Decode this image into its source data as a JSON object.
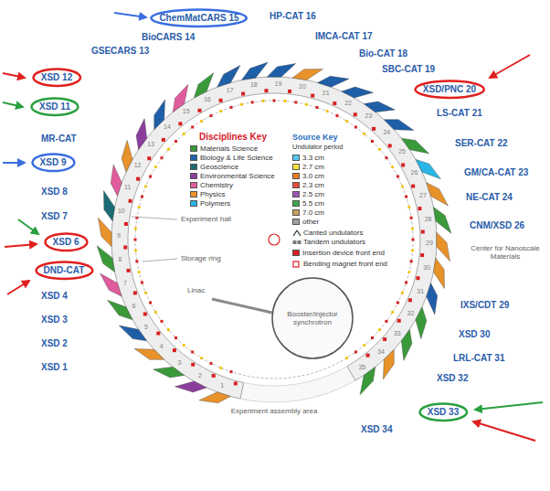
{
  "diagram": {
    "nodes": [
      {
        "text": [
          "ChemMatCARS 15"
        ]
      },
      {
        "text": [
          "XSD 12"
        ]
      },
      {
        "text": [
          "XSD/PNC 20"
        ]
      },
      {
        "text": [
          "XSD 11"
        ]
      },
      {
        "text": [
          "XSD 9"
        ]
      },
      {
        "text": [
          "XSD 6"
        ]
      },
      {
        "text": [
          "DND-CAT"
        ]
      },
      {
        "text": [
          "XSD 33"
        ]
      }
    ],
    "labels": [
      "GSECARS 13",
      "BioCARS 14",
      "HP-CAT 16",
      "IMCA-CAT 17",
      "Bio-CAT 18",
      "SBC-CAT 19",
      "LS-CAT 21",
      "SER-CAT 22",
      "GM/CA-CAT 23",
      "NE-CAT 24",
      "CNM/XSD 26",
      "Center for Nanoscale Materials",
      "IXS/CDT 29",
      "XSD 30",
      "LRL-CAT 31",
      "XSD 32",
      "XSD 34",
      "MR-CAT",
      "XSD 8",
      "XSD 7",
      "XSD 4",
      "XSD 3",
      "XSD 2",
      "XSD 1",
      "Disciplines Key",
      "Source Key",
      "Undulator period",
      "Experiment hall",
      "Storage ring",
      "Linac",
      "Booster/injector synchrotron",
      "Experiment assembly area",
      "1",
      "2",
      "3",
      "4",
      "5",
      "6",
      "7",
      "8",
      "9",
      "10",
      "11",
      "12",
      "13",
      "14",
      "15",
      "16",
      "17",
      "18",
      "19",
      "20",
      "21",
      "22",
      "23",
      "24",
      "25",
      "26",
      "27",
      "28",
      "29",
      "30",
      "31",
      "32",
      "33",
      "34",
      "35"
    ],
    "legend": [
      {
        "text": "Materials Science",
        "color": "#3a9a3a"
      },
      {
        "text": "Biology & Life Science",
        "color": "#1f5fa8"
      },
      {
        "text": "Geoscience",
        "color": "#1a6b73"
      },
      {
        "text": "Environmental Science",
        "color": "#8b3d9c"
      },
      {
        "text": "Chemistry",
        "color": "#e05c9c"
      },
      {
        "text": "Physics",
        "color": "#e8922a"
      },
      {
        "text": "Polymers",
        "color": "#29b6e6"
      },
      {
        "text": "3.3 cm",
        "color": "#55c8f0"
      },
      {
        "text": "2.7 cm",
        "color": "#f5e23a"
      },
      {
        "text": "3.0 cm",
        "color": "#ef7d22"
      },
      {
        "text": "2.3 cm",
        "color": "#e84a3a"
      },
      {
        "text": "2.5 cm",
        "color": "#9b59b6"
      },
      {
        "text": "5.5 cm",
        "color": "#3aa64a"
      },
      {
        "text": "7.0 cm",
        "color": "#c8a060"
      },
      {
        "text": "other",
        "color": "#a0a0a0"
      },
      {
        "text": "Canted undulators"
      },
      {
        "text": "Tandem undulators"
      },
      {
        "text": "Insertion device front end",
        "color": "#d82020"
      },
      {
        "text": "Bending magnet front end"
      }
    ]
  }
}
